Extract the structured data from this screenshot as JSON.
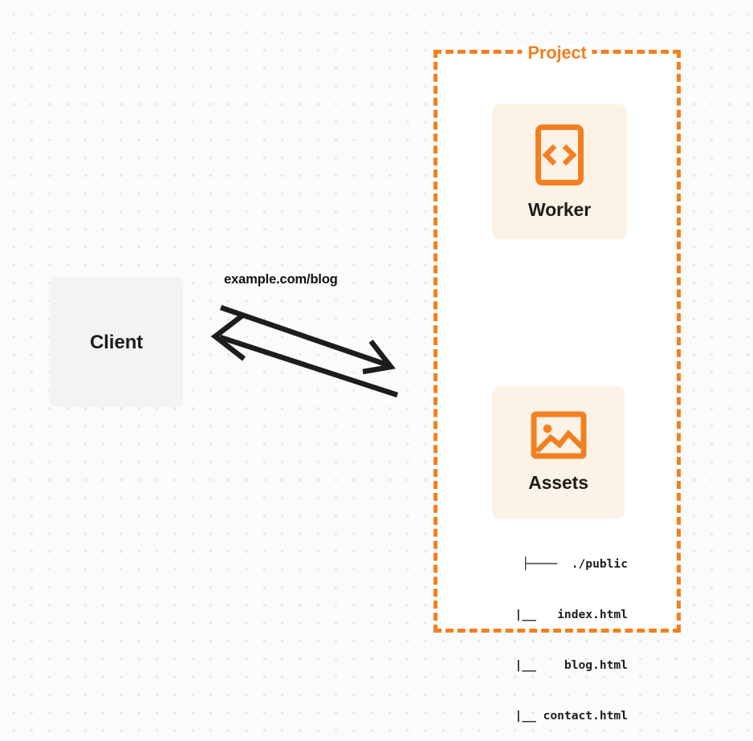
{
  "diagram": {
    "background": {
      "style": "dot-grid",
      "dot_color": "#e6e6e6",
      "page_color": "#fbfbfb"
    },
    "colors": {
      "brand_orange": "#f38020",
      "card_cream": "#fdf2e6",
      "client_gray": "#f2f3f4",
      "text_dark": "#1d1d1b"
    },
    "client": {
      "label": "Client"
    },
    "connector": {
      "label": "example.com/blog",
      "arrow_to_project": "right-down",
      "arrow_to_client": "left-up",
      "stroke_color": "#1d1d1b"
    },
    "project": {
      "title": "Project",
      "border_style": "dashed",
      "border_color": "#f38020",
      "services": [
        {
          "name": "worker",
          "label": "Worker",
          "icon": "code-brackets-icon"
        },
        {
          "name": "assets",
          "label": "Assets",
          "icon": "image-picture-icon"
        }
      ],
      "file_tree": {
        "lines": [
          "├────  ./public",
          "    |__   index.html",
          "    |__    blog.html",
          "    |__ contact.html"
        ],
        "root": "./public",
        "files": [
          "index.html",
          "blog.html",
          "contact.html"
        ]
      }
    }
  }
}
